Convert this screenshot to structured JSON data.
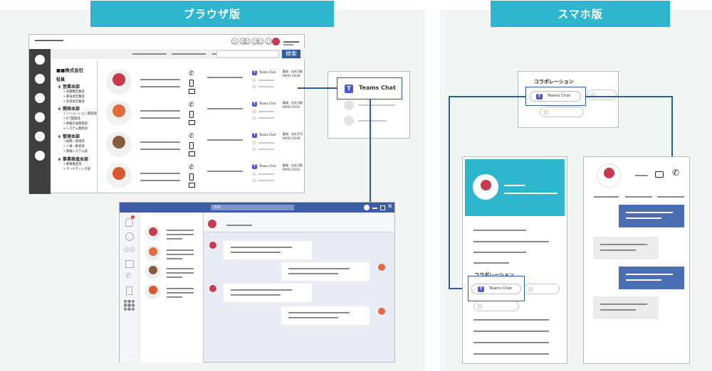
{
  "browser": {
    "header": "ブラウザ版",
    "search_button": "検索",
    "company": "■■株式会社",
    "tree": [
      {
        "text": "役員",
        "level": 0
      },
      {
        "text": "∨ 営業本部",
        "level": 1
      },
      {
        "text": "• 首都圏営業部",
        "level": 2
      },
      {
        "text": "• 東日本営業部",
        "level": 2
      },
      {
        "text": "• 西日本営業部",
        "level": 2
      },
      {
        "text": "∨ 開発本部",
        "level": 1
      },
      {
        "text": "• ソリューション開発部",
        "level": 2
      },
      {
        "text": "• ICT開発部",
        "level": 2
      },
      {
        "text": "• 情報企画開発部",
        "level": 2
      },
      {
        "text": "• システム開発部",
        "level": 2
      },
      {
        "text": "∨ 管理本部",
        "level": 1
      },
      {
        "text": "• 総務・経理部",
        "level": 2
      },
      {
        "text": "• 人事・教育部",
        "level": 2
      },
      {
        "text": "• 情報システム部",
        "level": 2
      },
      {
        "text": "∨ 事業推進本部",
        "level": 1
      },
      {
        "text": "• 事業推進部",
        "level": 2
      },
      {
        "text": "• マーケティング部",
        "level": 2
      }
    ],
    "contacts": [
      {
        "chip": "Teams Chat",
        "status": "勤務：出社可能",
        "time": "09/01 19:30"
      },
      {
        "chip": "Teams Chat",
        "status": "勤務：出社可能",
        "time": "09/01 20:01"
      },
      {
        "chip": "Teams Chat",
        "status": "勤務：出社不可",
        "time": "09/01 19:40"
      },
      {
        "chip": "Teams Chat",
        "status": "勤務：出社可能",
        "time": "09/01 20:01"
      }
    ],
    "popup_label": "Teams Chat",
    "teams_search_placeholder": "検索"
  },
  "mobile": {
    "header": "スマホ版",
    "collab_title": "コラボレーション",
    "collab_chip": "Teams Chat",
    "profile_collab_title": "コラボレーション",
    "profile_chip": "Teams Chat"
  },
  "colors": {
    "header_bg": "#2fb6cf",
    "connector": "#2b5d9e",
    "teams": "#5059c9",
    "chat_bubble": "#4a6db3"
  }
}
